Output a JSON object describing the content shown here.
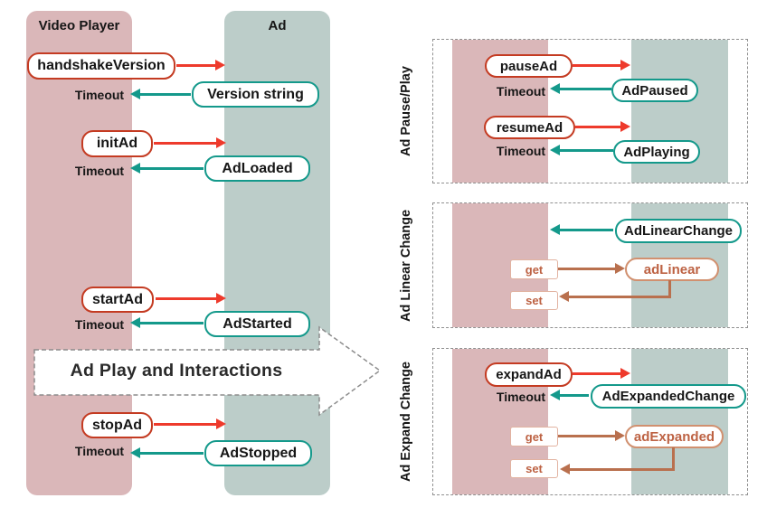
{
  "colors": {
    "red_arrow": "#ee3a2c",
    "red_border": "#c43b22",
    "teal": "#14998b",
    "terracotta": "#b9704e",
    "terracotta_border": "#d1906f",
    "terracotta_light": "#e2b3a1",
    "terracotta_text": "#bd6243",
    "pink_column": "#dab7b9",
    "teal_column": "#bccdc9",
    "dashed_gray": "#909090",
    "ink": "#161616"
  },
  "left": {
    "player_label": "Video Player",
    "ad_label": "Ad",
    "rows": [
      {
        "call": "handshakeVersion",
        "timeout": "Timeout",
        "response": "Version string"
      },
      {
        "call": "initAd",
        "timeout": "Timeout",
        "response": "AdLoaded"
      },
      {
        "call": "startAd",
        "timeout": "Timeout",
        "response": "AdStarted"
      },
      {
        "call": "stopAd",
        "timeout": "Timeout",
        "response": "AdStopped"
      }
    ],
    "big_arrow": "Ad Play and Interactions"
  },
  "panels": {
    "pause_play": {
      "title": "Ad Pause/Play",
      "rows": [
        {
          "call": "pauseAd",
          "timeout": "Timeout",
          "response": "AdPaused"
        },
        {
          "call": "resumeAd",
          "timeout": "Timeout",
          "response": "AdPlaying"
        }
      ]
    },
    "linear": {
      "title": "Ad Linear Change",
      "event": "AdLinearChange",
      "get_label": "get",
      "set_label": "set",
      "property": "adLinear"
    },
    "expand": {
      "title": "Ad Expand Change",
      "call": "expandAd",
      "timeout": "Timeout",
      "event": "AdExpandedChange",
      "get_label": "get",
      "set_label": "set",
      "property": "adExpanded"
    }
  }
}
